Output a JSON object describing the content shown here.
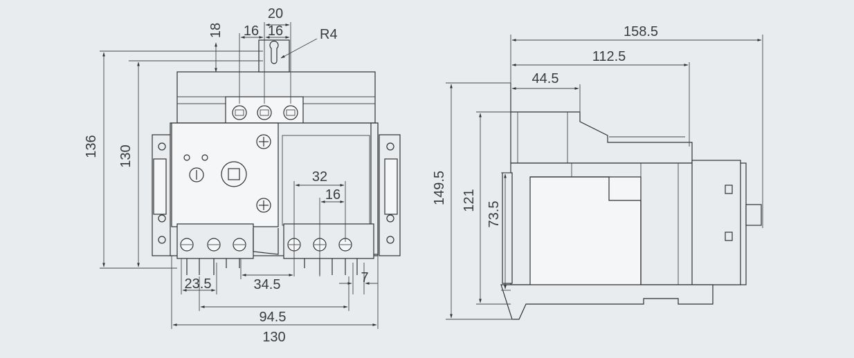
{
  "colors": {
    "background": "#e8ecef",
    "line": "#2f2f2f",
    "text": "#3a3a3a"
  },
  "front_view": {
    "dims": {
      "top_20": "20",
      "top_16_left": "16",
      "top_16_right": "16",
      "hole_18": "18",
      "radius": "R4",
      "height_136": "136",
      "height_130": "130",
      "spacing_32": "32",
      "spacing_16": "16",
      "bottom_23_5": "23.5",
      "bottom_34_5": "34.5",
      "bottom_7": "7",
      "bottom_94_5": "94.5",
      "bottom_130": "130"
    }
  },
  "side_view": {
    "dims": {
      "depth_158_5": "158.5",
      "depth_112_5": "112.5",
      "depth_44_5": "44.5",
      "height_149_5": "149.5",
      "height_121": "121",
      "height_73_5": "73.5"
    }
  }
}
